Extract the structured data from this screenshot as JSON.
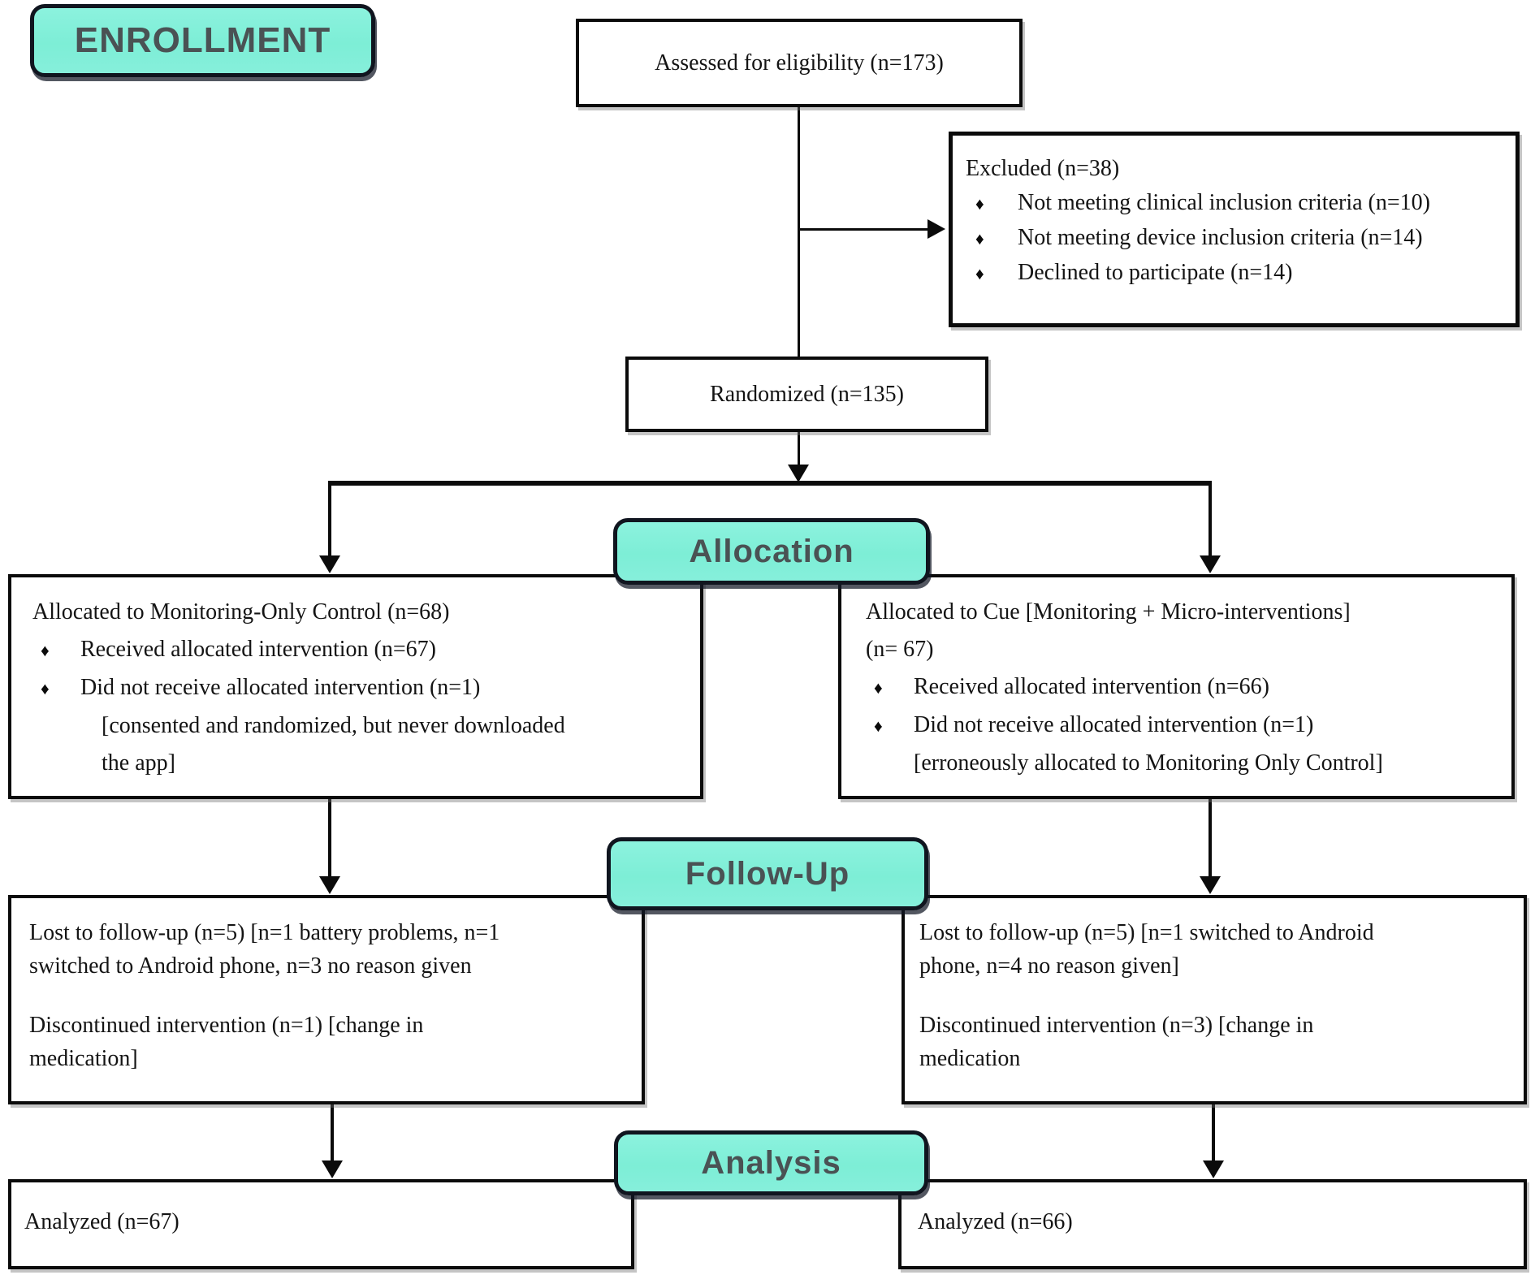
{
  "stage_labels": {
    "enrollment": "ENROLLMENT",
    "allocation": "Allocation",
    "followup": "Follow-Up",
    "analysis": "Analysis"
  },
  "glyphs": {
    "diamond": "♦"
  },
  "colors": {
    "stage_fill": "#81EED8",
    "stage_border": "#10151F",
    "stage_text": "#4A5254",
    "box_border": "#0B0B0B",
    "connector": "#0B0B0B"
  },
  "boxes": {
    "assessed": {
      "text": "Assessed for eligibility (n=173)"
    },
    "excluded": {
      "title": "Excluded (n=38)",
      "items": [
        "Not meeting clinical inclusion criteria (n=10)",
        "Not meeting device inclusion criteria (n=14)",
        "Declined to participate (n=14)"
      ]
    },
    "randomized": {
      "text": "Randomized (n=135)"
    },
    "alloc_control": {
      "title": "Allocated to Monitoring-Only Control (n=68)",
      "bullet1": "Received allocated intervention (n=67)",
      "bullet2": "Did not receive allocated intervention (n=1)",
      "cont1": "[consented and randomized, but never downloaded",
      "cont2": "the app]"
    },
    "alloc_cue": {
      "title_line1": "Allocated to Cue [Monitoring + Micro-interventions]",
      "title_line2": "(n= 67)",
      "bullet1": "Received allocated intervention (n=66)",
      "bullet2": "Did not receive allocated intervention (n=1)",
      "cont1": "[erroneously allocated to Monitoring Only Control]"
    },
    "followup_control": {
      "line1": "Lost to follow-up (n=5) [n=1 battery problems, n=1",
      "line2": "switched to Android phone, n=3 no reason given",
      "line3": "Discontinued intervention (n=1) [change in",
      "line4": "medication]"
    },
    "followup_cue": {
      "line1": "Lost to follow-up (n=5) [n=1 switched to Android",
      "line2": "phone, n=4 no reason given]",
      "line3": "Discontinued intervention (n=3) [change in",
      "line4": "medication"
    },
    "analysis_control": {
      "text": "Analyzed (n=67)"
    },
    "analysis_cue": {
      "text": "Analyzed (n=66)"
    }
  }
}
